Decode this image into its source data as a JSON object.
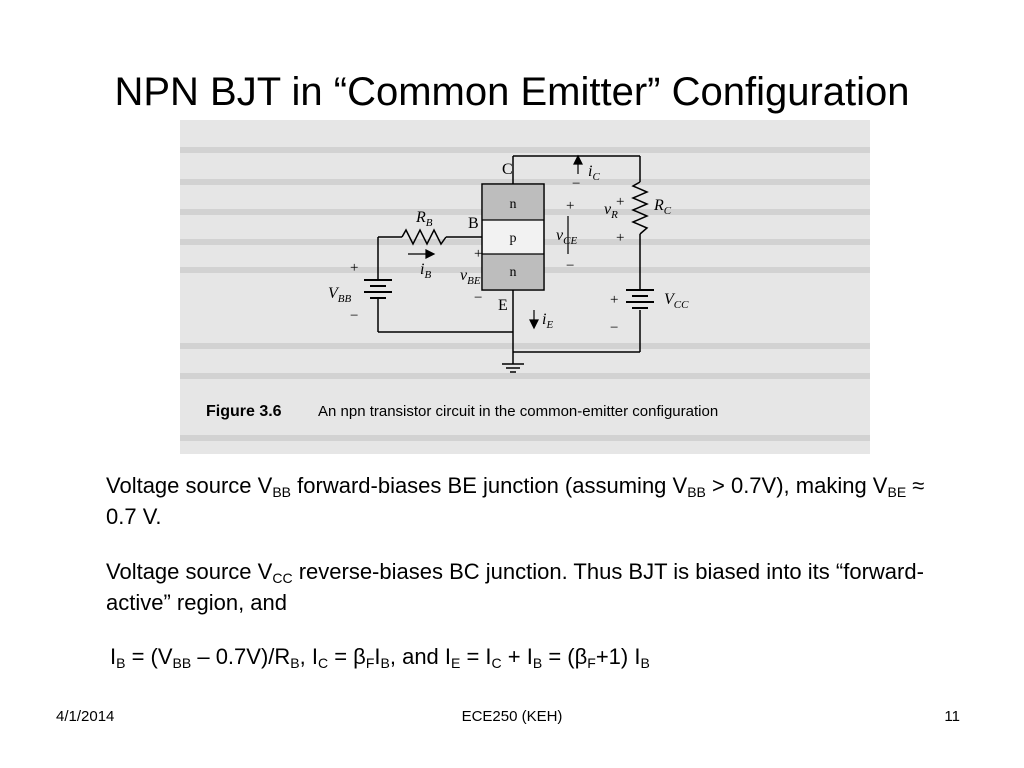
{
  "slide": {
    "title": "NPN BJT in “Common Emitter” Configuration",
    "figure": {
      "caption_num": "Figure 3.6",
      "caption_text": "An npn transistor circuit in the common-emitter configuration",
      "terminals": {
        "collector": "C",
        "base": "B",
        "emitter": "E"
      },
      "regions": [
        "n",
        "p",
        "n"
      ],
      "resistors": {
        "base": "R",
        "base_sub": "B",
        "collector": "R",
        "collector_sub": "C"
      },
      "sources": {
        "base": "V",
        "base_sub": "BB",
        "collector": "V",
        "collector_sub": "CC"
      },
      "currents": {
        "ic": "i",
        "ic_sub": "C",
        "ib": "i",
        "ib_sub": "B",
        "ie": "i",
        "ie_sub": "E"
      },
      "voltages": {
        "vr": "v",
        "vr_sub": "R",
        "vce": "v",
        "vce_sub": "CE",
        "vbe": "v",
        "vbe_sub": "BE"
      },
      "signs": {
        "plus": "+",
        "minus": "−"
      }
    },
    "para1": {
      "a": "Voltage source V",
      "a_sub": "BB",
      "b": " forward-biases BE junction (assuming V",
      "b_sub": "BB",
      "c": " > 0.7V), making V",
      "c_sub": "BE",
      "d": " ≈ 0.7 V."
    },
    "para2": {
      "a": "Voltage source V",
      "a_sub": "CC",
      "b": " reverse-biases BC junction.  Thus BJT is biased into its “forward-active” region, and"
    },
    "para3": {
      "t1": "I",
      "s1": "B",
      "t2": " = (V",
      "s2": "BB",
      "t3": " – 0.7V)/R",
      "s3": "B",
      "t4": ",  I",
      "s4": "C",
      "t5": " = β",
      "s5": "F",
      "t6": "I",
      "s6": "B",
      "t7": ",  and  I",
      "s7": "E",
      "t8": " = I",
      "s8": "C",
      "t9": " + I",
      "s9": "B",
      "t10": " = (β",
      "s10": "F",
      "t11": "+1) I",
      "s11": "B"
    },
    "footer": {
      "date": "4/1/2014",
      "course": "ECE250 (KEH)",
      "page": "11"
    }
  }
}
